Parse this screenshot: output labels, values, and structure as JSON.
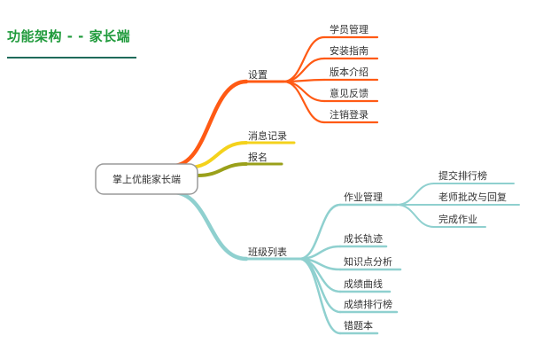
{
  "title": "功能架构 - - 家长端",
  "root": {
    "label": "掌上优能家长端"
  },
  "branches": [
    {
      "label": "设置",
      "color": "#ff5a14",
      "children": [
        {
          "label": "学员管理"
        },
        {
          "label": "安装指南"
        },
        {
          "label": "版本介绍"
        },
        {
          "label": "意见反馈"
        },
        {
          "label": "注销登录"
        }
      ]
    },
    {
      "label": "消息记录",
      "color": "#f4d21c",
      "children": []
    },
    {
      "label": "报名",
      "color": "#9aa01a",
      "children": []
    },
    {
      "label": "班级列表",
      "color": "#8fd0cf",
      "children": [
        {
          "label": "作业管理",
          "children": [
            {
              "label": "提交排行榜"
            },
            {
              "label": "老师批改与回复"
            },
            {
              "label": "完成作业"
            }
          ]
        },
        {
          "label": "成长轨迹"
        },
        {
          "label": "知识点分析"
        },
        {
          "label": "成绩曲线"
        },
        {
          "label": "成绩排行榜"
        },
        {
          "label": "错题本"
        }
      ]
    }
  ]
}
